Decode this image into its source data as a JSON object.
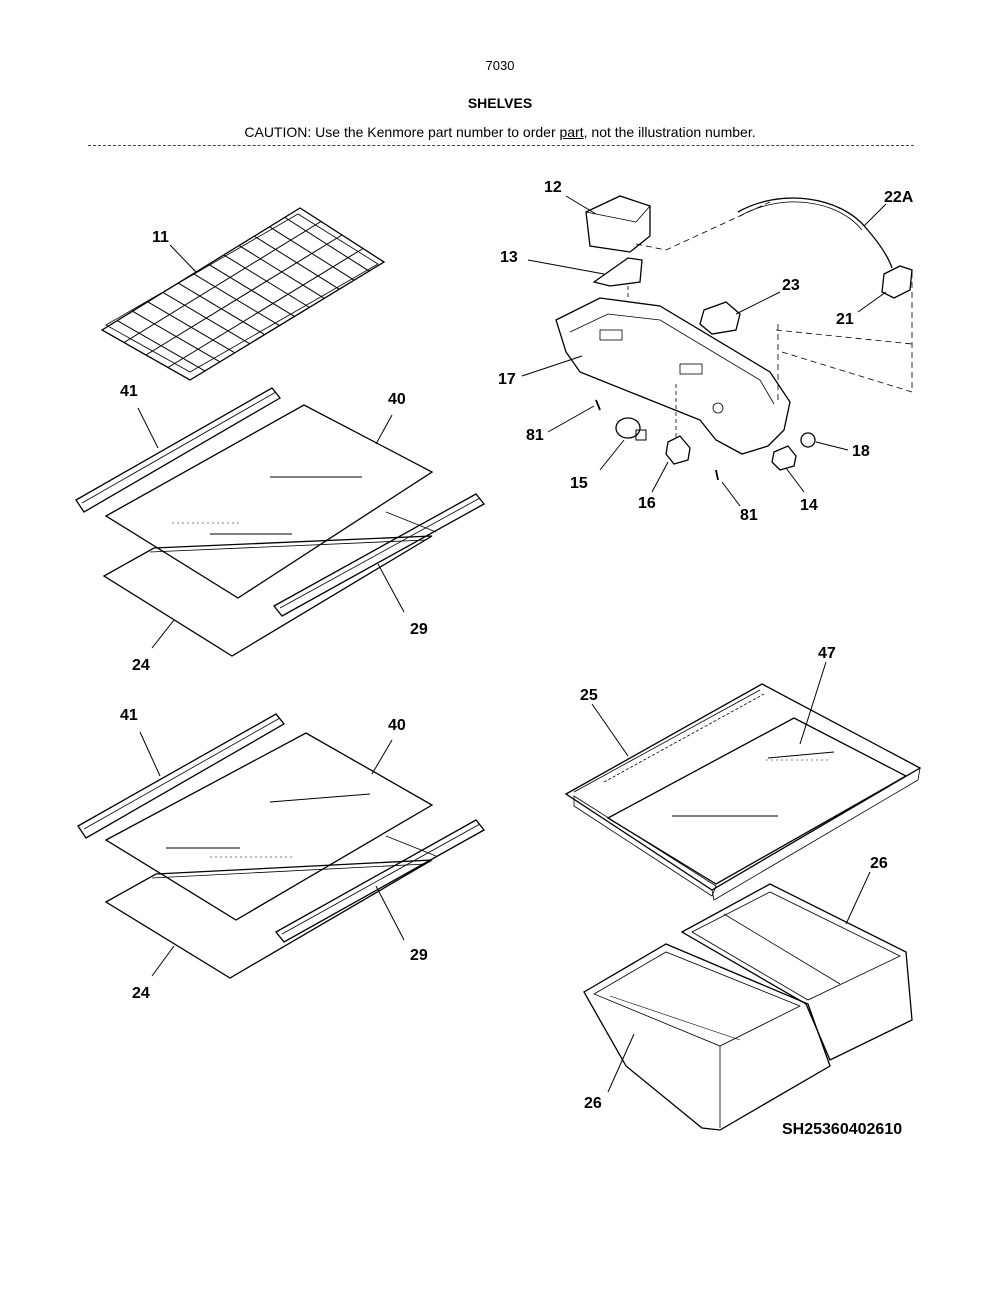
{
  "header": {
    "page_number": "7030",
    "title": "SHELVES",
    "caution_prefix": "CAUTION: Use the Kenmore part number to order ",
    "caution_underlined": "part",
    "caution_suffix": ", not the illustration number."
  },
  "callouts": {
    "c11": "11",
    "c41a": "41",
    "c40a": "40",
    "c29a": "29",
    "c24a": "24",
    "c41b": "41",
    "c40b": "40",
    "c29b": "29",
    "c24b": "24",
    "c12": "12",
    "c13": "13",
    "c17": "17",
    "c81a": "81",
    "c15": "15",
    "c16": "16",
    "c81b": "81",
    "c14": "14",
    "c18": "18",
    "c23": "23",
    "c21": "21",
    "c22A": "22A",
    "c25": "25",
    "c47": "47",
    "c26a": "26",
    "c26b": "26"
  },
  "diagram_code": "SH25360402610"
}
